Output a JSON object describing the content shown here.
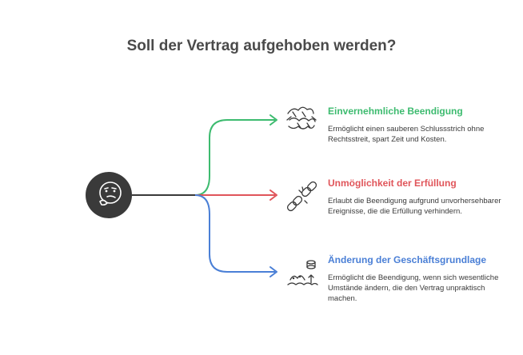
{
  "title": "Soll der Vertrag aufgehoben werden?",
  "colors": {
    "green": "#3dbb6f",
    "red": "#e0555a",
    "blue": "#4a7fd6",
    "dark": "#3a3a3a"
  },
  "options": [
    {
      "title": "Einvernehmliche Beendigung",
      "description": "Ermöglicht einen sauberen Schlussstrich ohne Rechtsstreit, spart Zeit und Kosten.",
      "color": "#3dbb6f",
      "icon": "handshake-icon"
    },
    {
      "title": "Unmöglichkeit der Erfüllung",
      "description": "Erlaubt die Beendigung aufgrund unvorhersehbarer Ereignisse, die die Erfüllung verhindern.",
      "color": "#e0555a",
      "icon": "broken-chain-icon"
    },
    {
      "title": "Änderung der Geschäftsgrundlage",
      "description": "Ermöglicht die Beendigung, wenn sich wesentliche Umstände ändern, die den Vertrag unpraktisch machen.",
      "color": "#4a7fd6",
      "icon": "changing-conditions-icon"
    }
  ]
}
